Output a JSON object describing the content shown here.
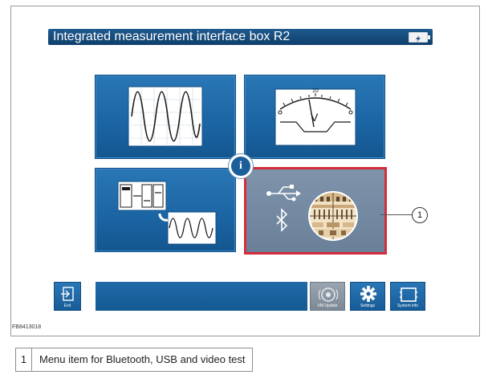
{
  "header": {
    "title": "Integrated measurement interface box R2"
  },
  "tiles": [
    {
      "id": "oscilloscope"
    },
    {
      "id": "voltmeter",
      "dial_value": "10",
      "unit": "V"
    },
    {
      "id": "diagnostics"
    },
    {
      "id": "bluetooth-usb-video"
    }
  ],
  "callout": {
    "number": "1"
  },
  "bottom_buttons": {
    "exit": "Exit",
    "vm_update": "VM Update",
    "settings": "Settings",
    "system_info": "System info"
  },
  "figure_code": "FB8413018",
  "caption": {
    "number": "1",
    "text": "Menu item for Bluetooth, USB and video test"
  },
  "colors": {
    "tile_blue": "#1b64a3",
    "selected_border": "#d42c3a",
    "selected_tile": "#7489a1"
  }
}
